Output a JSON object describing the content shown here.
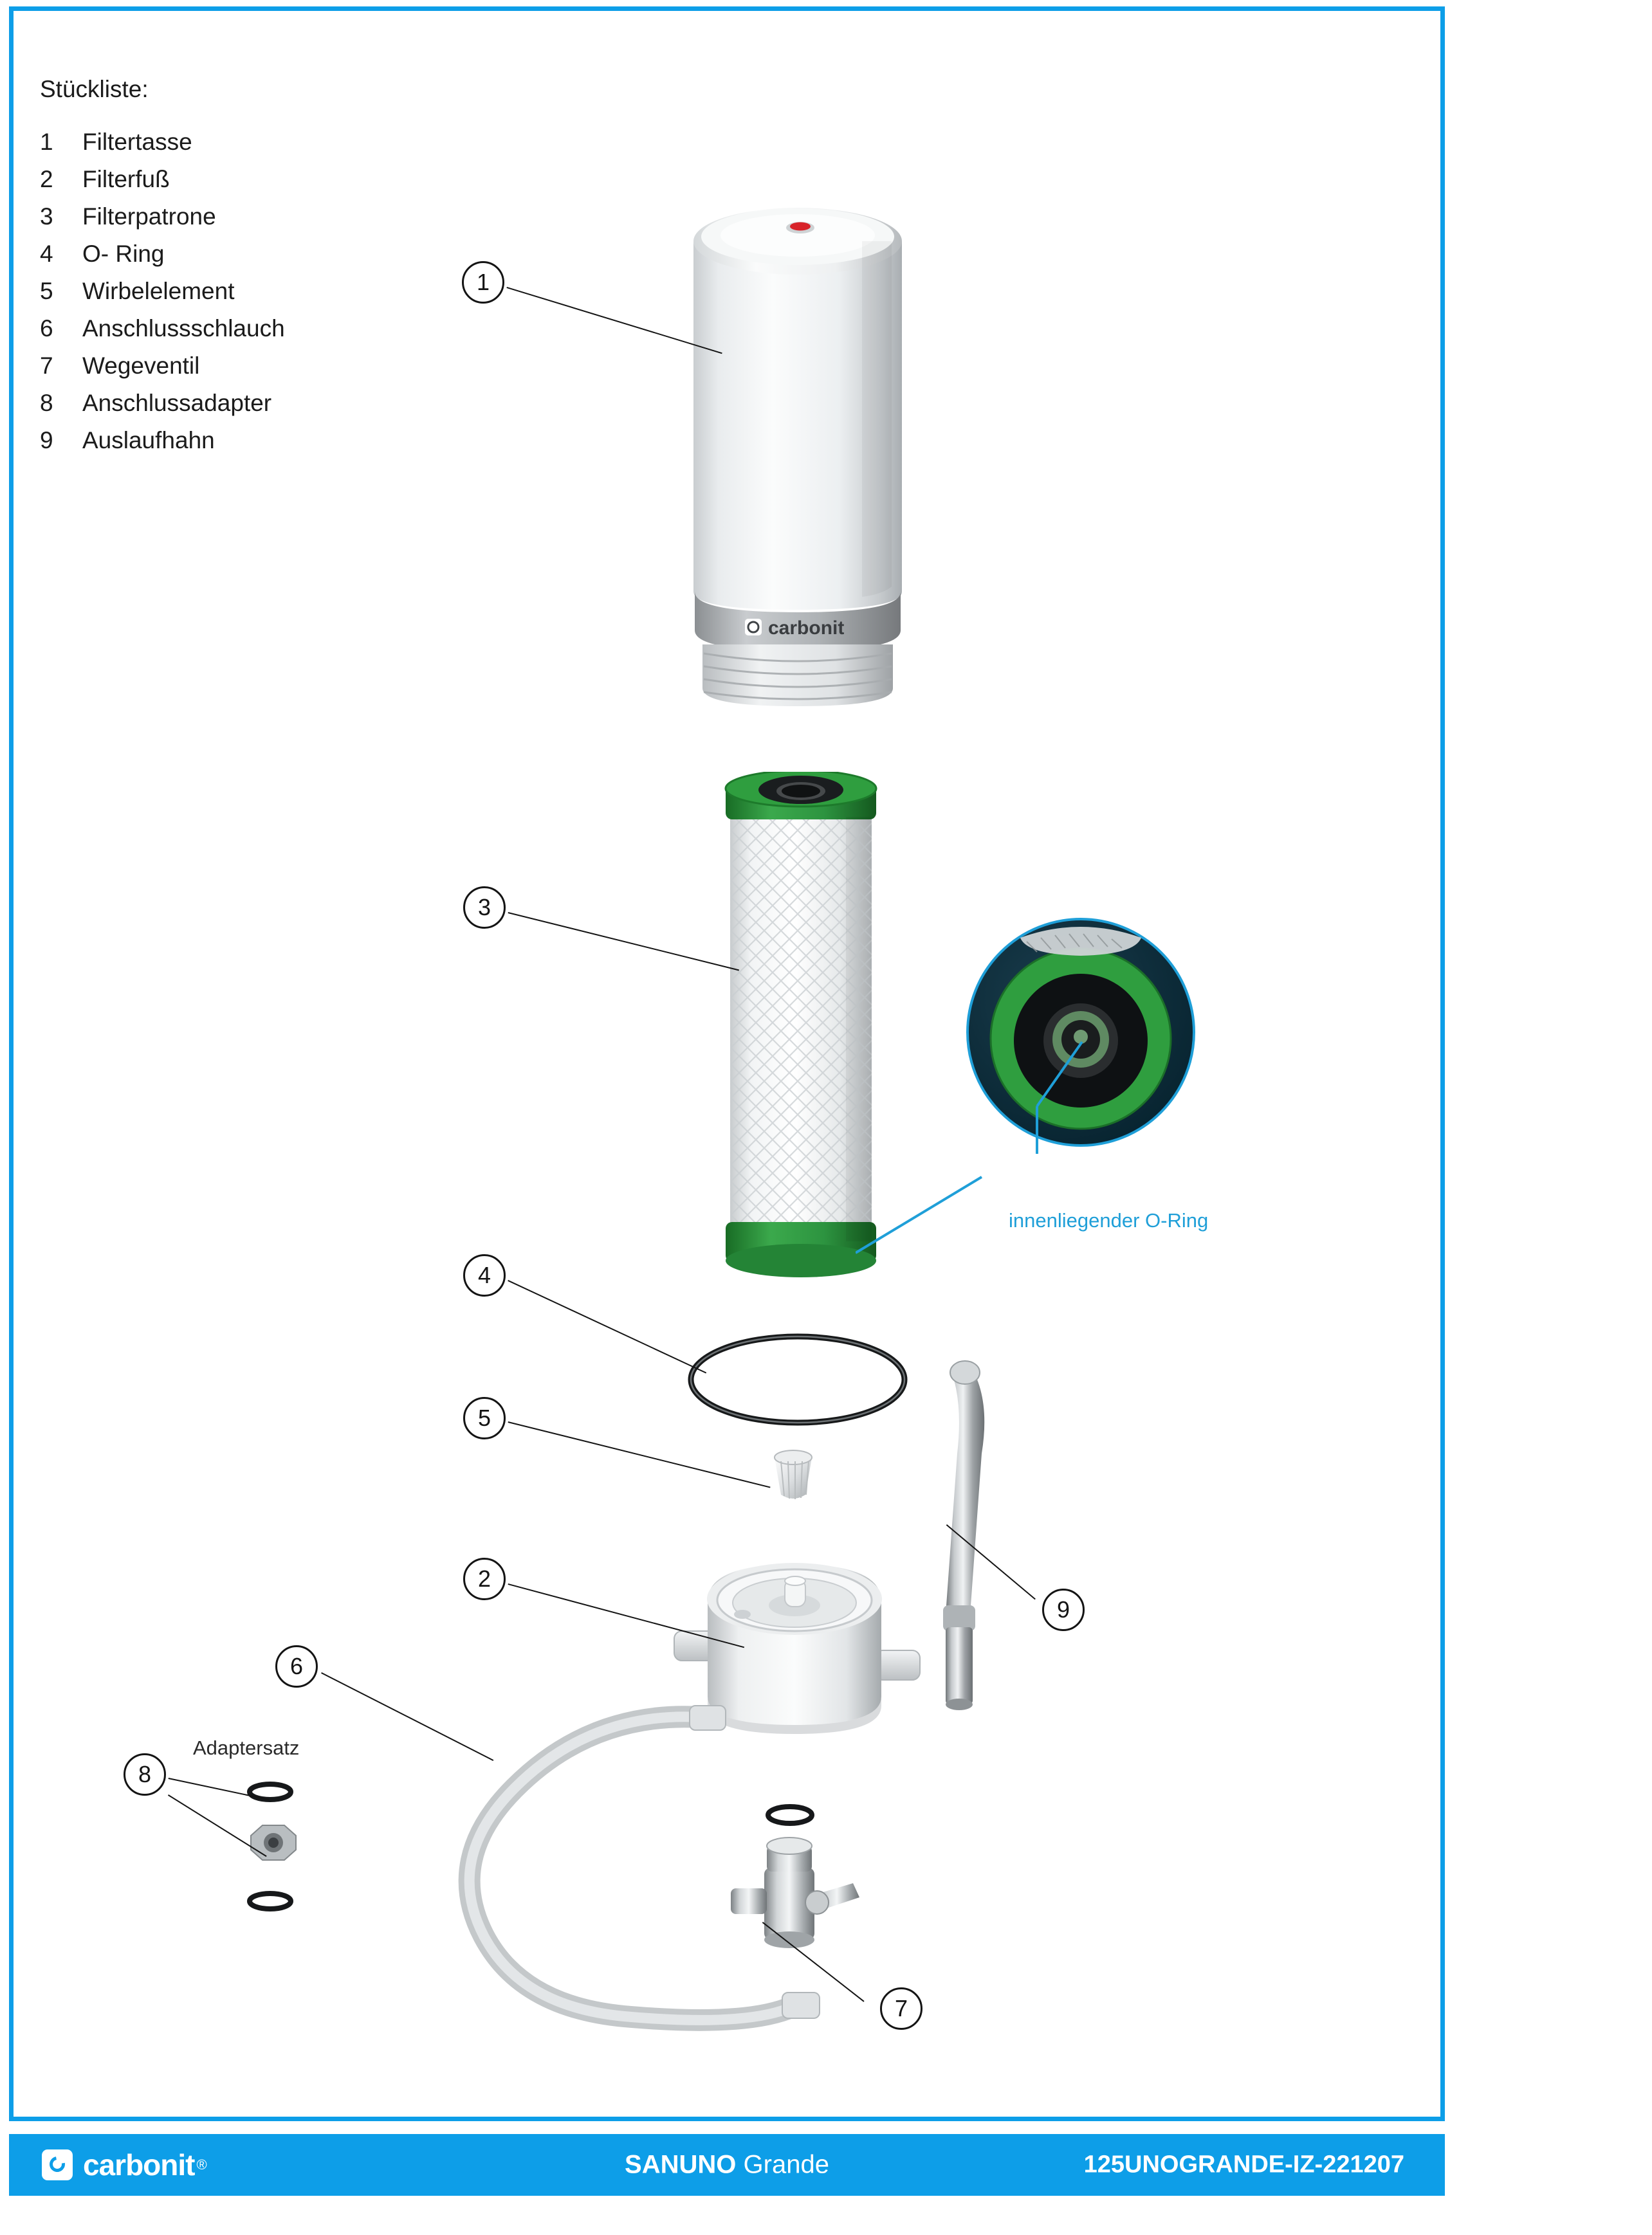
{
  "document": {
    "parts_list_title": "Stückliste:",
    "parts": [
      {
        "num": "1",
        "label": "Filtertasse"
      },
      {
        "num": "2",
        "label": "Filterfuß"
      },
      {
        "num": "3",
        "label": "Filterpatrone"
      },
      {
        "num": "4",
        "label": "O- Ring"
      },
      {
        "num": "5",
        "label": "Wirbelelement"
      },
      {
        "num": "6",
        "label": "Anschlussschlauch"
      },
      {
        "num": "7",
        "label": "Wegeventil"
      },
      {
        "num": "8",
        "label": "Anschlussadapter"
      },
      {
        "num": "9",
        "label": "Auslaufhahn"
      }
    ]
  },
  "callouts": [
    {
      "id": "1",
      "label": "1"
    },
    {
      "id": "3",
      "label": "3"
    },
    {
      "id": "4",
      "label": "4"
    },
    {
      "id": "5",
      "label": "5"
    },
    {
      "id": "2",
      "label": "2"
    },
    {
      "id": "6",
      "label": "6"
    },
    {
      "id": "8",
      "label": "8"
    },
    {
      "id": "9",
      "label": "9"
    },
    {
      "id": "7",
      "label": "7"
    }
  ],
  "annotations": {
    "oring_note": "innenliegender O-Ring",
    "adapter_set": "Adaptersatz",
    "cartridge_brand": "carbonit"
  },
  "footer": {
    "brand": "carbonit",
    "brand_reg": "®",
    "model_bold": "SANUNO",
    "model_light": "Grande",
    "code": "125UNOGRANDE-IZ-221207"
  },
  "colors": {
    "frame_blue": "#0d9ee8",
    "accent_green": "#2f9e3f",
    "note_blue": "#1f9fd8",
    "red_indicator": "#d8232a"
  }
}
